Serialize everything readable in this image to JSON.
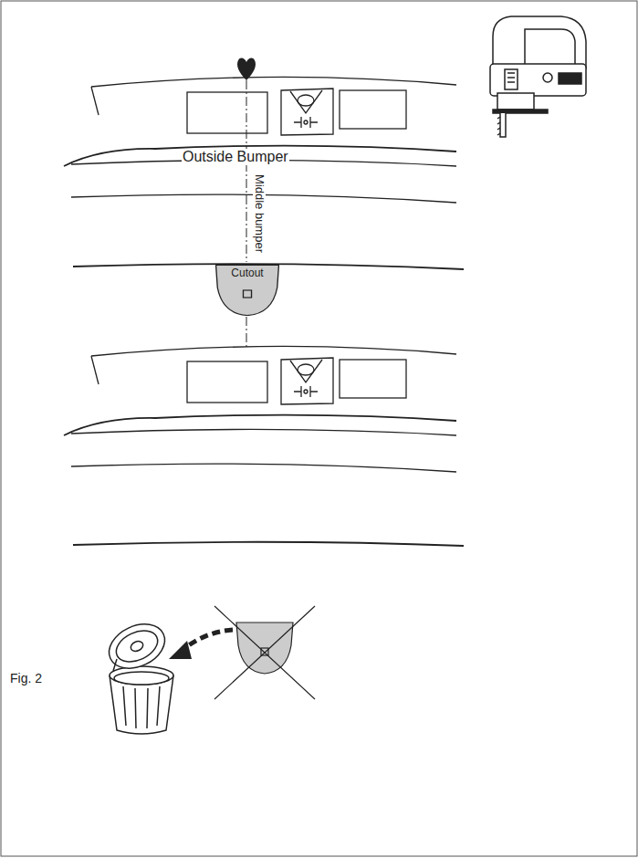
{
  "diagram": {
    "caption": "Fig. 2",
    "nodes": [
      {
        "text": [
          "Cutout"
        ]
      }
    ],
    "labels": [
      "Outside Bumper",
      "Middle bumper"
    ]
  }
}
